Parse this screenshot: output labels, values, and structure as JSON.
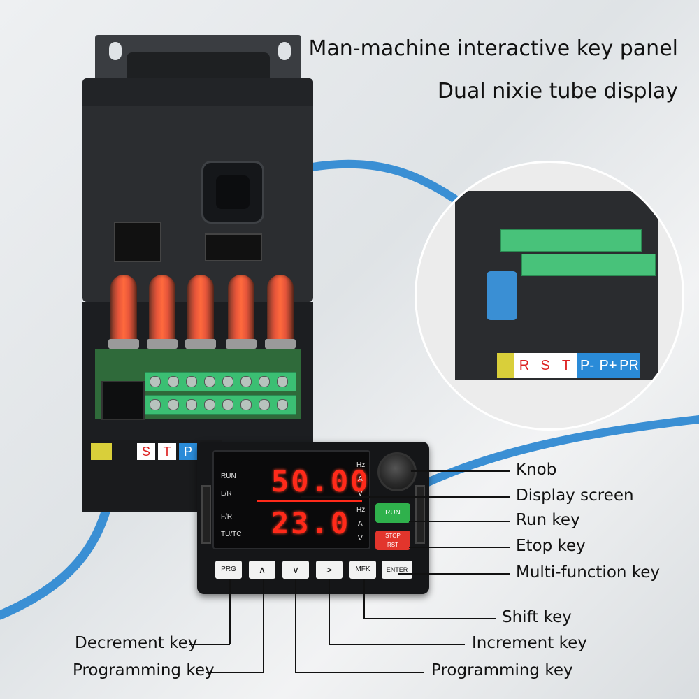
{
  "headline": {
    "line1": "Man-machine interactive key panel",
    "line2": "Dual nixie tube display"
  },
  "callouts": {
    "knob": "Knob",
    "display_screen": "Display screen",
    "run_key": "Run key",
    "stop_key": "Etop key",
    "multi_function_key": "Multi-function key",
    "shift_key": "Shift key",
    "increment_key": "Increment key",
    "programming_key_right": "Programming key",
    "decrement_key": "Decrement key",
    "programming_key_left": "Programming key"
  },
  "keypad": {
    "indicators": [
      "RUN",
      "L/R",
      "F/R",
      "TU/TC"
    ],
    "top_units": [
      "Hz",
      "A",
      "V"
    ],
    "bottom_units": [
      "Hz",
      "A",
      "V"
    ],
    "top_display": "50.00",
    "bottom_display": "23.0",
    "run_label": "RUN",
    "stop_label_1": "STOP",
    "stop_label_2": "RST",
    "keys": [
      "PRG",
      "∧",
      "∨",
      ">",
      "MFK",
      "ENTER"
    ]
  },
  "terminal_labels": {
    "main": [
      "S",
      "T",
      "P"
    ],
    "inset": [
      "R",
      "S",
      "T",
      "P-",
      "P+",
      "PR"
    ]
  },
  "colors": {
    "cable": "#3a8fd4",
    "segment_red": "#ff2a1a",
    "run_green": "#2fb14c",
    "stop_red": "#e2352c",
    "terminal_green": "#3bbf73"
  }
}
